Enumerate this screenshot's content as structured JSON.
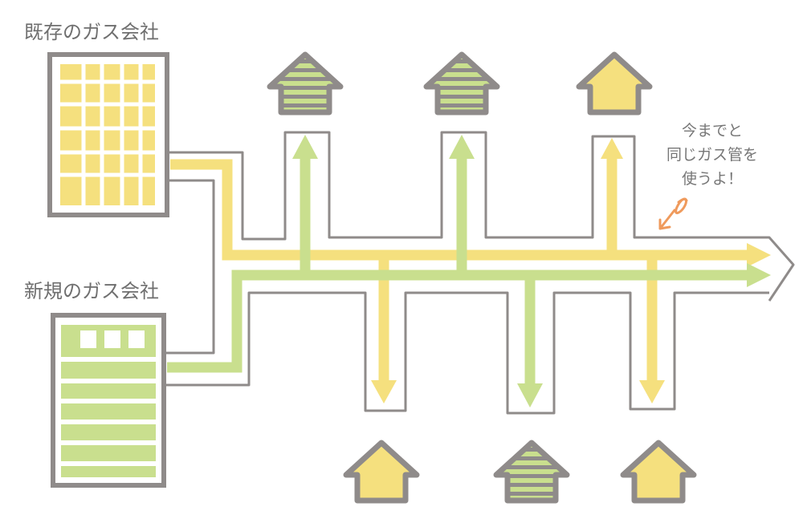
{
  "labels": {
    "existing_company": "既存のガス会社",
    "new_company": "新規のガス会社",
    "note_lines": [
      "今までと",
      "同じガス管を",
      "使うよ！"
    ]
  },
  "colors": {
    "yellow": "#f5e07e",
    "green": "#c9df8e",
    "outline": "#8f8b8a",
    "accent": "#ef9a5c"
  },
  "houses_top": [
    "green",
    "green",
    "yellow"
  ],
  "houses_bottom": [
    "yellow",
    "green",
    "yellow"
  ]
}
